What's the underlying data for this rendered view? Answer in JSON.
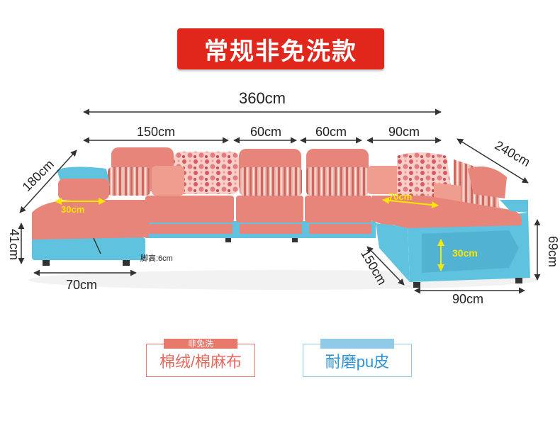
{
  "title": "常规非免洗款",
  "dimensions": {
    "total_width": "360cm",
    "seg1": "150cm",
    "seg2": "60cm",
    "seg3": "60cm",
    "seg4": "90cm",
    "left_depth": "180cm",
    "right_depth": "240cm",
    "left_height": "41cm",
    "right_height": "69cm",
    "chaise_width": "70cm",
    "seat_depth_left": "30cm",
    "seat_depth_right": "70cm",
    "side_panel": "30cm",
    "corner_depth": "150cm",
    "end_width": "90cm",
    "leg_height": "脚高:6cm"
  },
  "legend": {
    "fabric_tag": "非免洗",
    "fabric_label": "棉绒/棉麻布",
    "pu_label": "耐磨pu皮"
  },
  "colors": {
    "title_bg": "#e1261c",
    "fabric": "#e8857b",
    "leather": "#5fc3e0",
    "dimension_line": "#333333",
    "highlight": "#ffe600"
  }
}
